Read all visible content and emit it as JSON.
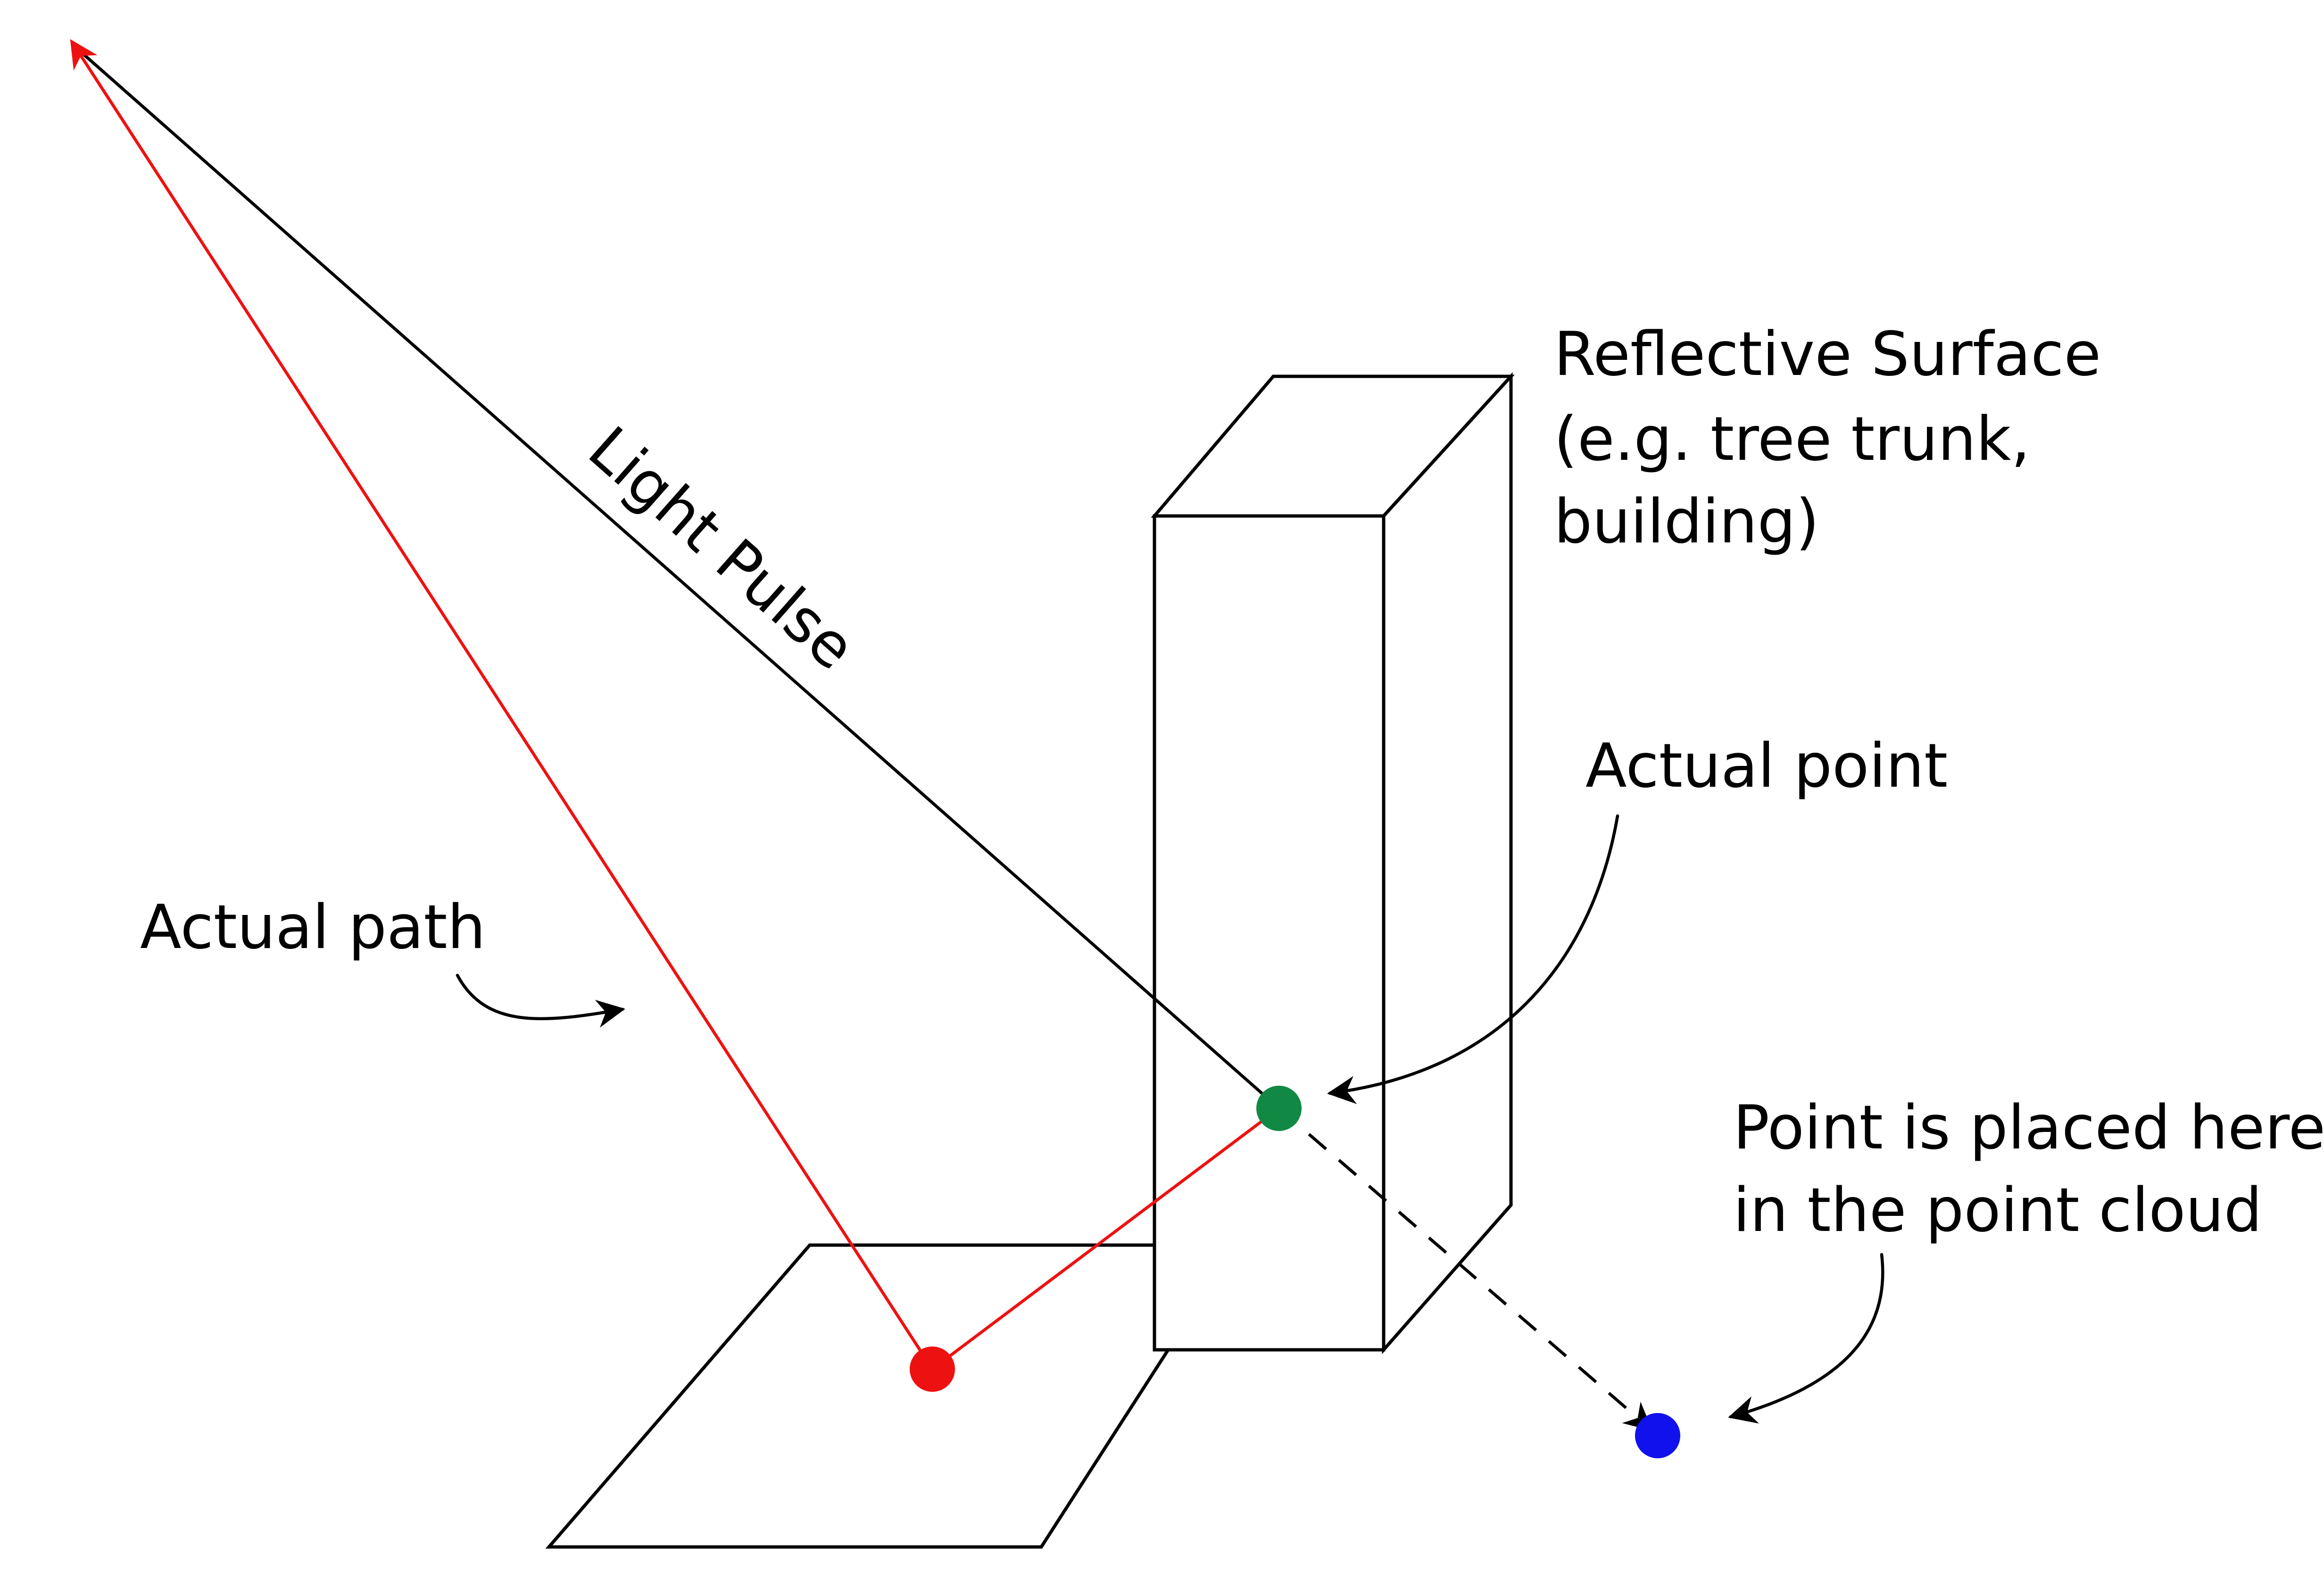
{
  "labels": {
    "reflective_surface_line1": "Reflective Surface",
    "reflective_surface_line2": "(e.g. tree trunk,",
    "reflective_surface_line3": "building)",
    "light_pulse": "Light Pulse",
    "actual_point": "Actual point",
    "actual_path": "Actual path",
    "point_placed_line1": "Point is placed here",
    "point_placed_line2": "in the point cloud"
  },
  "colors": {
    "actual_path": "#ee1111",
    "light_pulse": "#000000",
    "ground_point": "#ee1111",
    "actual_point": "#118844",
    "placed_point": "#1111ee",
    "outline": "#000000",
    "background": "#ffffff"
  },
  "icons": {
    "arrowhead": "arrowhead-icon"
  }
}
